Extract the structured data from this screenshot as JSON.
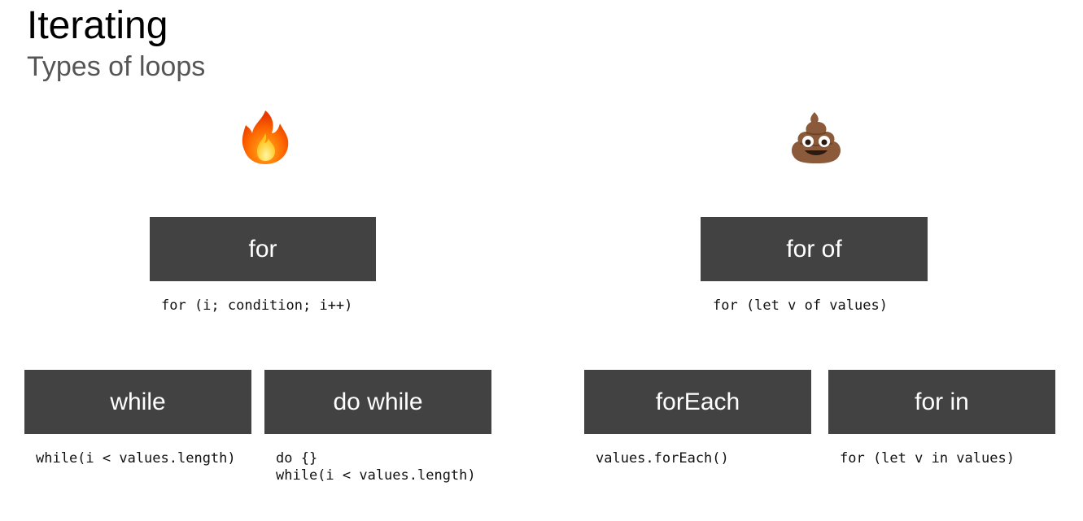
{
  "header": {
    "title": "Iterating",
    "subtitle": "Types of loops"
  },
  "icons": {
    "left": "fire-icon",
    "right": "pile-of-poo-icon"
  },
  "loops": {
    "for": {
      "label": "for",
      "code": "for (i; condition; i++)"
    },
    "while": {
      "label": "while",
      "code": "while(i < values.length)"
    },
    "do_while": {
      "label": "do while",
      "code_line1": "do {}",
      "code_line2": "while(i < values.length)"
    },
    "for_of": {
      "label": "for of",
      "code": "for (let v of values)"
    },
    "for_each": {
      "label": "forEach",
      "code": "values.forEach()"
    },
    "for_in": {
      "label": "for in",
      "code": "for (let v in values)"
    }
  }
}
